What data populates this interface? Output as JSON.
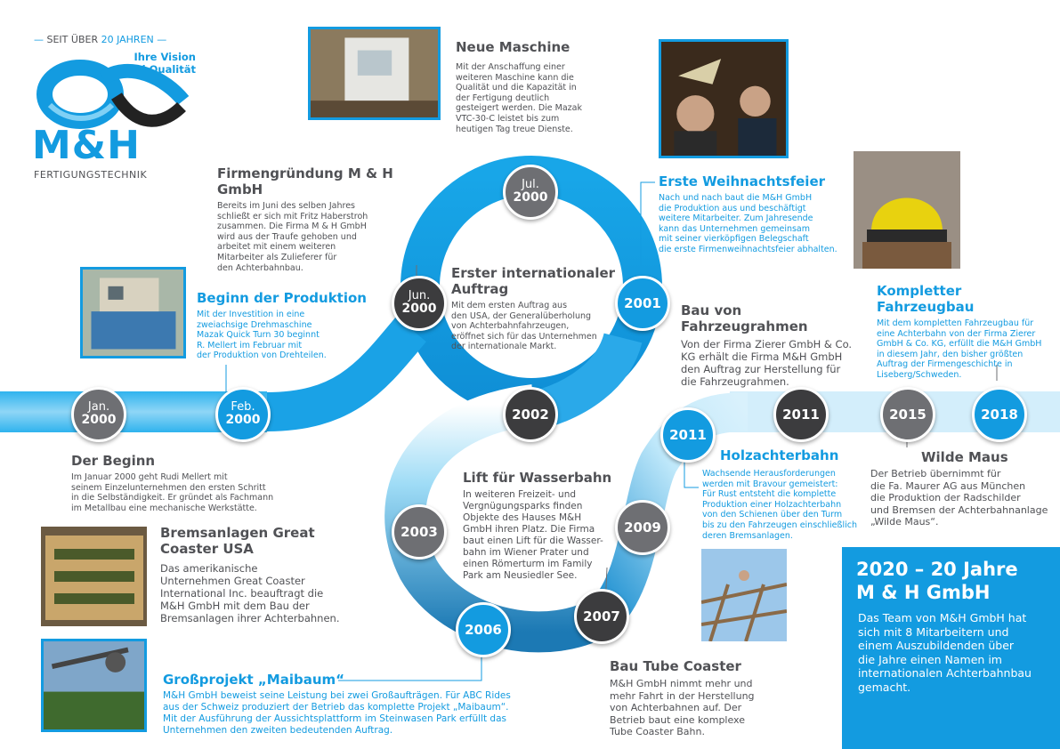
{
  "header": {
    "since": "SEIT ÜBER 20 JAHREN",
    "since_prefix": "SEIT ÜBER",
    "since_highlight": "20 JAHREN",
    "slogan_line1": "Ihre Vision",
    "slogan_line2": "wird Qualität",
    "logo_text": "M&H",
    "logo_subtitle": "FERTIGUNGSTECHNIK"
  },
  "colors": {
    "brand_blue": "#139be0",
    "gray": "#6e6f73",
    "dark_gray": "#3c3c3e",
    "text_gray": "#505155"
  },
  "nodes": {
    "jan2000": {
      "l1": "Jan.",
      "l2": "2000"
    },
    "feb2000": {
      "l1": "Feb.",
      "l2": "2000"
    },
    "jun2000": {
      "l1": "Jun.",
      "l2": "2000"
    },
    "jul2000": {
      "l1": "Jul.",
      "l2": "2000"
    },
    "y2001": "2001",
    "y2002": "2002",
    "y2003": "2003",
    "y2006": "2006",
    "y2007": "2007",
    "y2009": "2009",
    "y2011a": "2011",
    "y2011b": "2011",
    "y2015": "2015",
    "y2018": "2018"
  },
  "events": {
    "beginn": {
      "title": "Der Beginn",
      "lines": [
        "Im Januar 2000 geht Rudi Mellert mit",
        "seinem Einzelunternehmen den ersten Schritt",
        "in die Selbständigkeit. Er gründet als Fachmann",
        "im Metallbau eine mechanische Werkstätte."
      ]
    },
    "produktion": {
      "title": "Beginn der Produktion",
      "lines": [
        "Mit der Investition in eine",
        "zweiachsige Drehmaschine",
        "Mazak Quick Turn 30 beginnt",
        "R. Mellert im Februar mit",
        "der Produktion von Drehteilen."
      ]
    },
    "gruendung": {
      "title": "Firmengründung M & H GmbH",
      "lines": [
        "Bereits im Juni des selben Jahres",
        "schließt er sich mit Fritz Haberstroh",
        "zusammen. Die Firma M & H GmbH",
        "wird aus der Traufe gehoben und",
        "arbeitet mit einem weiteren",
        "Mitarbeiter als Zulieferer für",
        "den Achterbahnbau."
      ]
    },
    "maschine": {
      "title": "Neue Maschine",
      "lines": [
        "Mit der Anschaffung einer",
        "weiteren Maschine kann die",
        "Qualität und die Kapazität in",
        "der Fertigung deutlich",
        "gesteigert werden. Die Mazak",
        "VTC-30-C leistet bis zum",
        "heutigen Tag treue Dienste."
      ]
    },
    "weihnachtsfeier": {
      "title": "Erste Weihnachtsfeier",
      "lines": [
        "Nach und nach baut die M&H GmbH",
        "die Produktion aus und beschäftigt",
        "weitere Mitarbeiter. Zum Jahresende",
        "kann das Unternehmen gemeinsam",
        "mit seiner vierköpfigen Belegschaft",
        "die erste Firmenweihnachtsfeier abhalten."
      ]
    },
    "international": {
      "title_line1": "Erster internationaler",
      "title_line2": "Auftrag",
      "lines": [
        "Mit dem ersten Auftrag aus",
        "den USA, der Generalüberholung",
        "von Achterbahnfahrzeugen,",
        "eröffnet sich für das Unternehmen",
        "der internationale Markt."
      ]
    },
    "fahrzeugrahmen": {
      "title": "Bau von Fahrzeugrahmen",
      "lines": [
        "Von der Firma Zierer GmbH & Co.",
        "KG erhält die Firma M&H GmbH",
        "den Auftrag zur Herstellung für",
        "die Fahrzeugrahmen."
      ]
    },
    "fahrzeugbau": {
      "title": "Kompletter Fahrzeugbau",
      "lines": [
        "Mit dem kompletten Fahrzeugbau für",
        "eine Achterbahn von der Firma Zierer",
        "GmbH & Co. KG, erfüllt die M&H GmbH",
        "in diesem Jahr, den bisher größten",
        "Auftrag der Firmengeschichte in",
        "Liseberg/Schweden."
      ]
    },
    "wasserbahn": {
      "title": "Lift für Wasserbahn",
      "lines": [
        "In weiteren Freizeit- und",
        "Vergnügungsparks finden",
        "Objekte des Hauses M&H",
        "GmbH ihren Platz. Die Firma",
        "baut einen Lift für die Wasser-",
        "bahn im Wiener Prater und",
        "einen Römerturm im Family",
        "Park am Neusiedler See."
      ]
    },
    "bremsanlagen": {
      "title_line1": "Bremsanlagen Great",
      "title_line2": "Coaster USA",
      "lines": [
        "Das amerikanische",
        "Unternehmen Great Coaster",
        "International Inc. beauftragt die",
        "M&H GmbH mit dem Bau der",
        "Bremsanlagen ihrer Achterbahnen."
      ]
    },
    "maibaum": {
      "title": "Großprojekt „Maibaum“",
      "lines": [
        "M&H GmbH beweist seine Leistung bei zwei Großaufträgen. Für ABC Rides",
        "aus der Schweiz produziert der Betrieb das komplette Projekt „Maibaum“.",
        "Mit der Ausführung der Aussichtsplattform im Steinwasen Park erfüllt das",
        "Unternehmen den zweiten bedeutenden Auftrag."
      ]
    },
    "holzachterbahn": {
      "title": "Holzachterbahn",
      "lines": [
        "Wachsende Herausforderungen",
        "werden mit Bravour gemeistert:",
        "Für Rust entsteht die komplette",
        "Produktion einer Holzachterbahn",
        "von den Schienen über den Turm",
        "bis zu den Fahrzeugen einschließlich",
        "deren Bremsanlagen."
      ]
    },
    "wildemaus": {
      "title": "Wilde Maus",
      "lines": [
        "Der Betrieb übernimmt für",
        "die Fa. Maurer AG aus München",
        "die Produktion der Radschilder",
        "und Bremsen der Achterbahnanlage",
        "„Wilde Maus“."
      ]
    },
    "tubecoaster": {
      "title": "Bau Tube Coaster",
      "lines": [
        "M&H GmbH nimmt mehr und",
        "mehr Fahrt in der Herstellung",
        "von Achterbahnen auf. Der",
        "Betrieb baut eine komplexe",
        "Tube Coaster Bahn."
      ]
    }
  },
  "info_box": {
    "title_line1": "2020 – 20 Jahre",
    "title_line2": "M & H GmbH",
    "lines": [
      "Das Team von M&H GmbH hat",
      "sich mit 8 Mitarbeitern und",
      "einem Auszubildenden über",
      "die Jahre einen Namen im",
      "internationalen Achterbahnbau",
      "gemacht."
    ]
  }
}
